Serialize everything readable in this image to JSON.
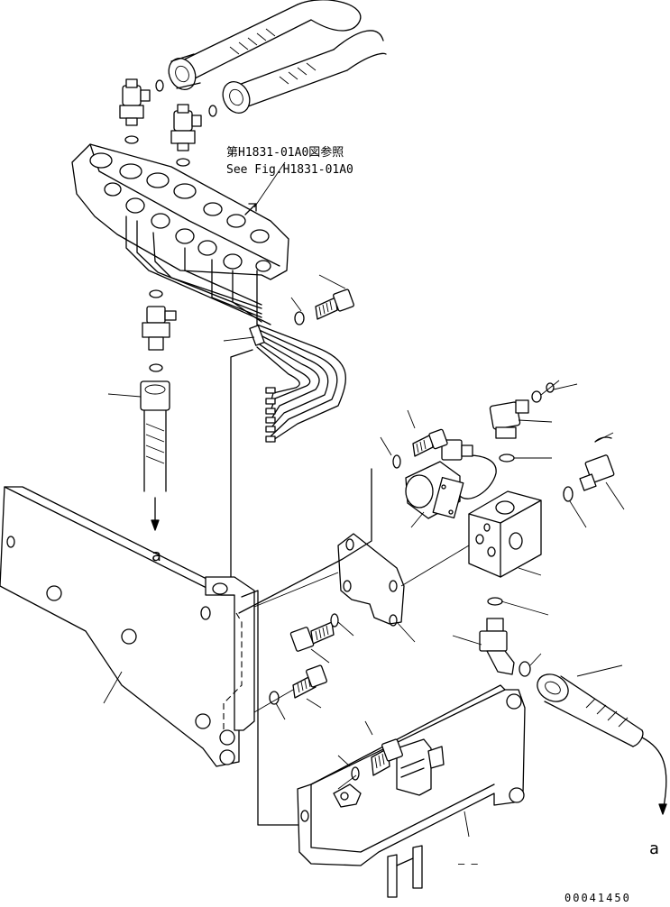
{
  "callout": {
    "line1": "第H1831-01A0図参照",
    "line2": "See Fig.H1831-01A0"
  },
  "connector_labels": {
    "upper": "a",
    "lower": "a"
  },
  "bottom_label": "– –",
  "drawing_number": "00041450"
}
